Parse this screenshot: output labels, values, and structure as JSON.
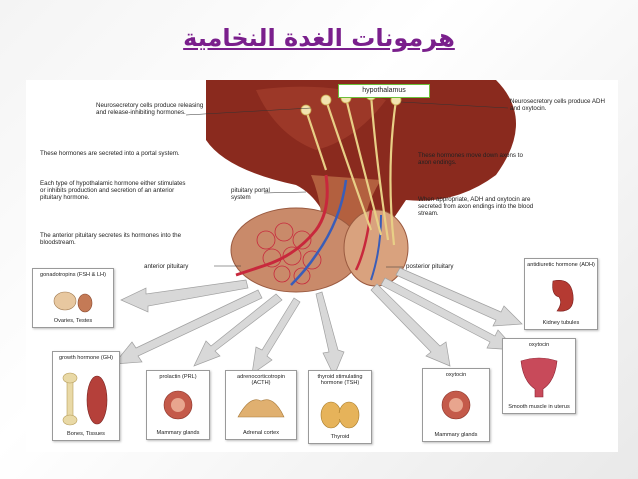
{
  "title": "هرمونات الغدة النخامية",
  "labels": {
    "hypothalamus": "hypothalamus",
    "neurosecretory_left": "Neurosecretory cells produce releasing and release-inhibiting hormones.",
    "neurosecretory_right": "Neurosecretory cells produce ADH and oxytocin.",
    "portal_text": "These hormones are secreted into a portal system.",
    "each_type": "Each type of hypothalamic hormone either stimulates or inhibits production and secretion of an anterior pituitary hormone.",
    "anterior_secretes": "The anterior pituitary secretes its hormones into the bloodstream.",
    "move_down": "These hormones move down axons to axon endings.",
    "when_appropriate": "When appropriate, ADH and oxytocin are secreted from axon endings into the blood stream.",
    "pituitary_portal": "pituitary portal system",
    "anterior_pituitary": "anterior pituitary",
    "posterior_pituitary": "posterior pituitary"
  },
  "cards": [
    {
      "title": "gonadotropins (FSH & LH)",
      "target": "Ovaries, Testes"
    },
    {
      "title": "growth hormone (GH)",
      "target": "Bones, Tissues"
    },
    {
      "title": "prolactin (PRL)",
      "target": "Mammary glands"
    },
    {
      "title": "adrenocorticotropin (ACTH)",
      "target": "Adrenal cortex"
    },
    {
      "title": "thyroid stimulating hormone (TSH)",
      "target": "Thyroid"
    },
    {
      "title": "oxytocin",
      "target": "Mammary glands"
    },
    {
      "title": "oxytocin",
      "target": "Smooth muscle in uterus"
    },
    {
      "title": "antidiuretic hormone (ADH)",
      "target": "Kidney tubules"
    }
  ],
  "colors": {
    "title": "#7a1f8c",
    "brain": "#8a2a1e",
    "pituitary": "#c98a6a",
    "vessel_red": "#c8283c",
    "vessel_blue": "#3a5db8",
    "nerve": "#e8cf86",
    "arrow": "#d8d8d8",
    "hypothalamus_box": "#6cbf3a"
  }
}
